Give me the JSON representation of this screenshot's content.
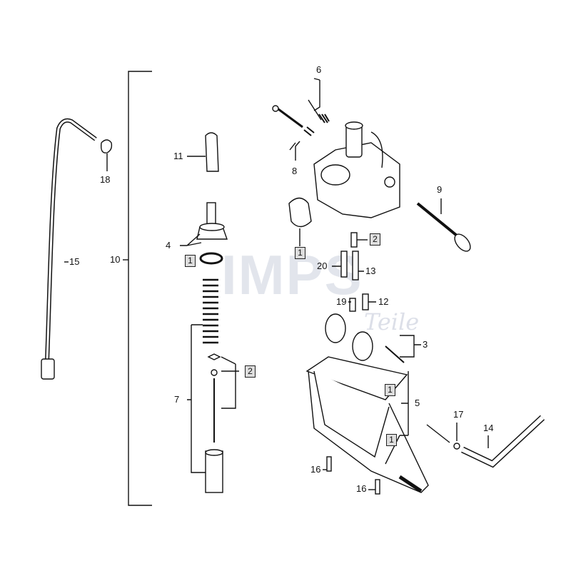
{
  "diagram": {
    "title": "Carburetor exploded parts diagram",
    "watermark": "IMPS Teile",
    "callouts": {
      "c6": "6",
      "c8": "8",
      "c9": "9",
      "c11": "11",
      "c18": "18",
      "c15": "15",
      "c10": "10",
      "c4": "4",
      "c20": "20",
      "c13": "13",
      "c19": "19",
      "c12": "12",
      "c3": "3",
      "c7": "7",
      "c5": "5",
      "c17": "17",
      "c14": "14",
      "c16a": "16",
      "c16b": "16"
    },
    "boxed_callouts": {
      "b1a": "1",
      "b1b": "1",
      "b2a": "2",
      "b2b": "2",
      "b1c": "1",
      "b1d": "1"
    }
  }
}
